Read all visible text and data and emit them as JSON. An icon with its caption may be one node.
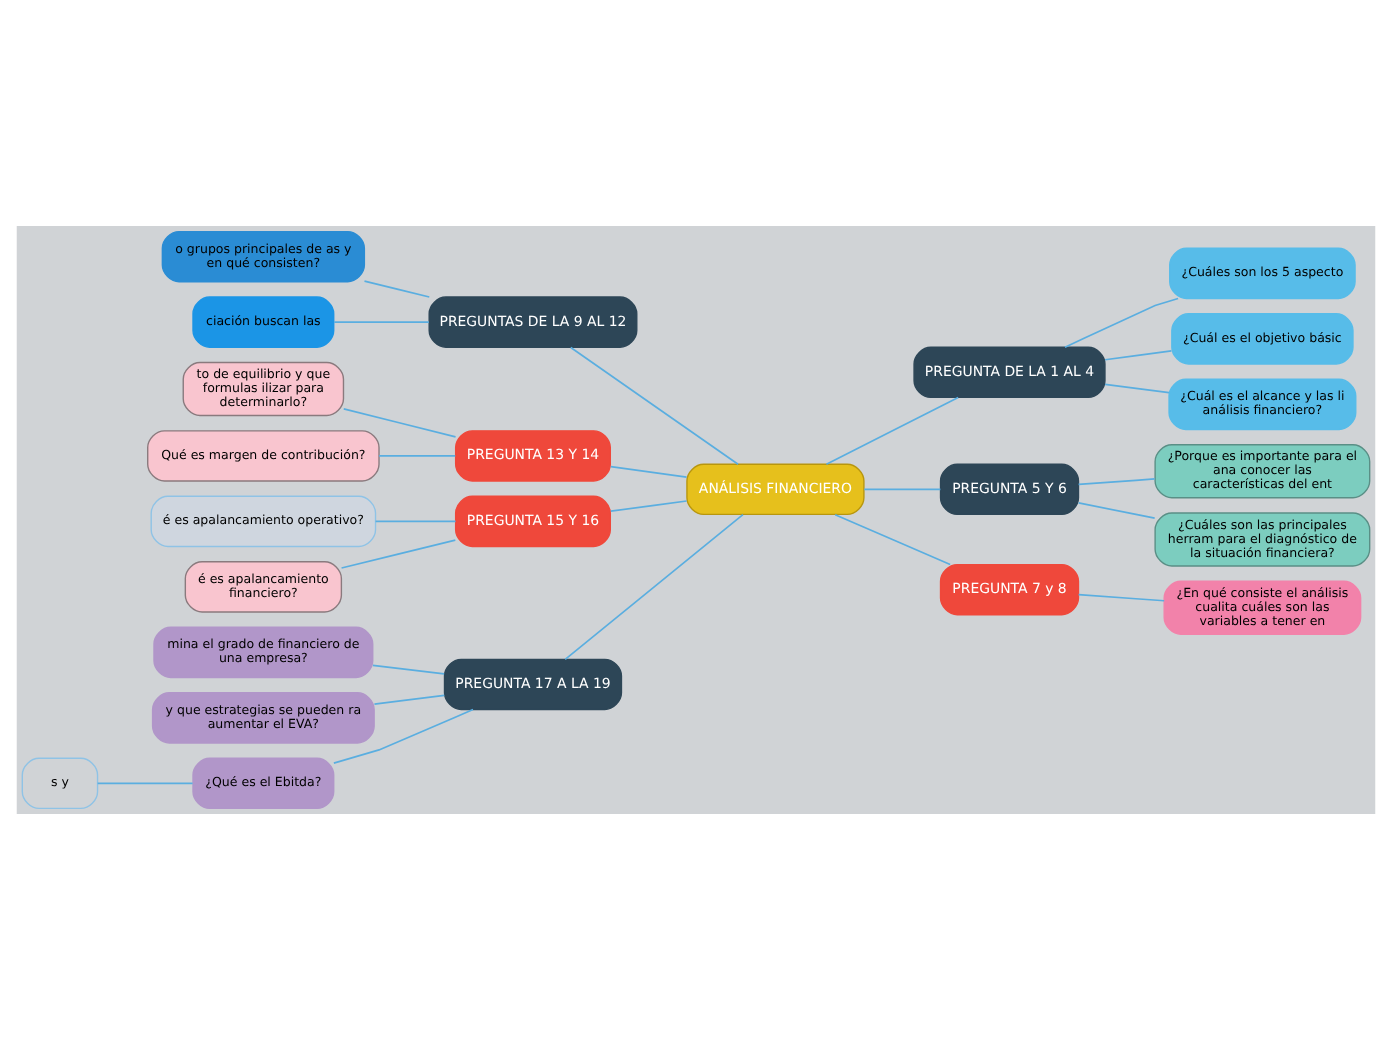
{
  "diagram": {
    "nodes": [
      {
        "text": [
          "ANÁLISIS FINANCIERO"
        ]
      },
      {
        "text": [
          "PREGUNTAS DE LA 9 AL 12"
        ]
      },
      {
        "text": [
          "o grupos principales de as y en qué consisten?"
        ]
      },
      {
        "text": [
          "ciación buscan las"
        ]
      },
      {
        "text": [
          "PREGUNTA 13 Y 14"
        ]
      },
      {
        "text": [
          "to de equilibrio y que formulas ilizar para determinarlo?"
        ]
      },
      {
        "text": [
          "Qué es margen de contribución?"
        ]
      },
      {
        "text": [
          "PREGUNTA 15 Y 16"
        ]
      },
      {
        "text": [
          "é es apalancamiento operativo?"
        ]
      },
      {
        "text": [
          "é es apalancamiento financiero?"
        ]
      },
      {
        "text": [
          "PREGUNTA 17 A LA 19"
        ]
      },
      {
        "text": [
          "mina el grado de financiero de una empresa?"
        ]
      },
      {
        "text": [
          "y que estrategias se pueden ra aumentar el EVA?"
        ]
      },
      {
        "text": [
          "¿Qué es el Ebitda?"
        ]
      },
      {
        "text": [
          "s y"
        ]
      },
      {
        "text": [
          "PREGUNTA DE LA 1 AL 4"
        ]
      },
      {
        "text": [
          "¿Cuáles son los 5 aspecto"
        ]
      },
      {
        "text": [
          "¿Cuál es el objetivo básic"
        ]
      },
      {
        "text": [
          "¿Cuál es el alcance y las li análisis financiero?"
        ]
      },
      {
        "text": [
          "PREGUNTA 5 Y 6"
        ]
      },
      {
        "text": [
          "¿Porque es importante para el ana conocer las características del ent"
        ]
      },
      {
        "text": [
          "¿Cuáles son las principales herram para el diagnóstico de la situación financiera?"
        ]
      },
      {
        "text": [
          "PREGUNTA 7 y 8"
        ]
      },
      {
        "text": [
          "¿En qué consiste el análisis cualita cuáles son las variables a tener en"
        ]
      }
    ],
    "edges": [
      {
        "from": 0,
        "to": 1,
        "arrow": "none"
      },
      {
        "from": 1,
        "to": 2,
        "arrow": "none"
      },
      {
        "from": 1,
        "to": 3,
        "arrow": "none"
      },
      {
        "from": 0,
        "to": 4,
        "arrow": "none"
      },
      {
        "from": 4,
        "to": 5,
        "arrow": "none"
      },
      {
        "from": 4,
        "to": 6,
        "arrow": "none"
      },
      {
        "from": 0,
        "to": 7,
        "arrow": "none"
      },
      {
        "from": 7,
        "to": 8,
        "arrow": "none"
      },
      {
        "from": 7,
        "to": 9,
        "arrow": "none"
      },
      {
        "from": 0,
        "to": 10,
        "arrow": "none"
      },
      {
        "from": 10,
        "to": 11,
        "arrow": "none"
      },
      {
        "from": 10,
        "to": 12,
        "arrow": "none"
      },
      {
        "from": 10,
        "to": 13,
        "arrow": "none"
      },
      {
        "from": 13,
        "to": 14,
        "arrow": "none"
      },
      {
        "from": 0,
        "to": 15,
        "arrow": "none"
      },
      {
        "from": 15,
        "to": 16,
        "arrow": "none"
      },
      {
        "from": 15,
        "to": 17,
        "arrow": "none"
      },
      {
        "from": 15,
        "to": 18,
        "arrow": "none"
      },
      {
        "from": 0,
        "to": 19,
        "arrow": "none"
      },
      {
        "from": 19,
        "to": 20,
        "arrow": "none"
      },
      {
        "from": 19,
        "to": 21,
        "arrow": "none"
      },
      {
        "from": 0,
        "to": 22,
        "arrow": "none"
      },
      {
        "from": 22,
        "to": 23,
        "arrow": "none"
      }
    ]
  }
}
